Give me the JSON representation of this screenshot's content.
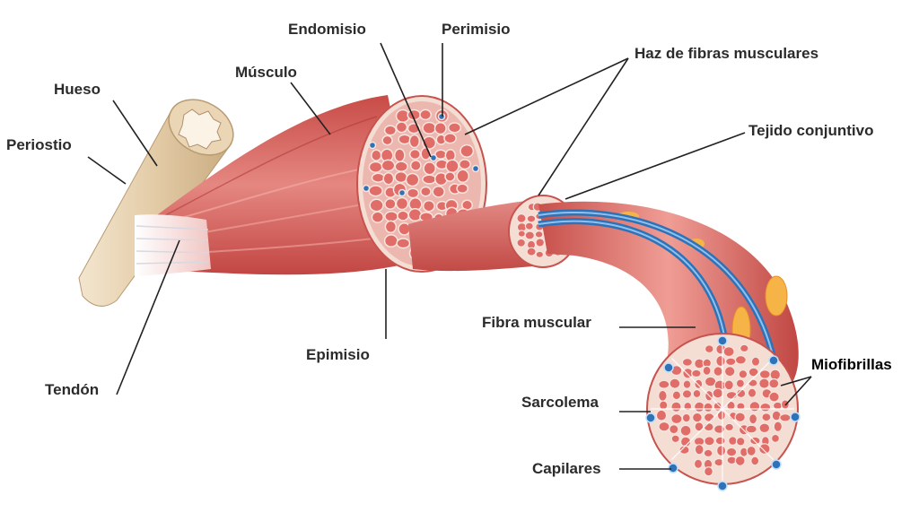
{
  "labels": {
    "endomisio": "Endomisio",
    "perimisio": "Perimisio",
    "haz": "Haz de fibras musculares",
    "musculo": "Músculo",
    "hueso": "Hueso",
    "periostio": "Periostio",
    "tejido": "Tejido conjuntivo",
    "fibra": "Fibra muscular",
    "epimisio": "Epimisio",
    "miofibrillas": "Miofibrillas",
    "tendon": "Tendón",
    "sarcolema": "Sarcolema",
    "capilares": "Capilares"
  },
  "colors": {
    "muscle": "#d9655f",
    "muscle_dark": "#b8403d",
    "fiber": "#e58a86",
    "bone": "#e7d3b3",
    "capillary": "#2f72b8",
    "fat": "#f6b447",
    "text": "#2b2b2b"
  }
}
